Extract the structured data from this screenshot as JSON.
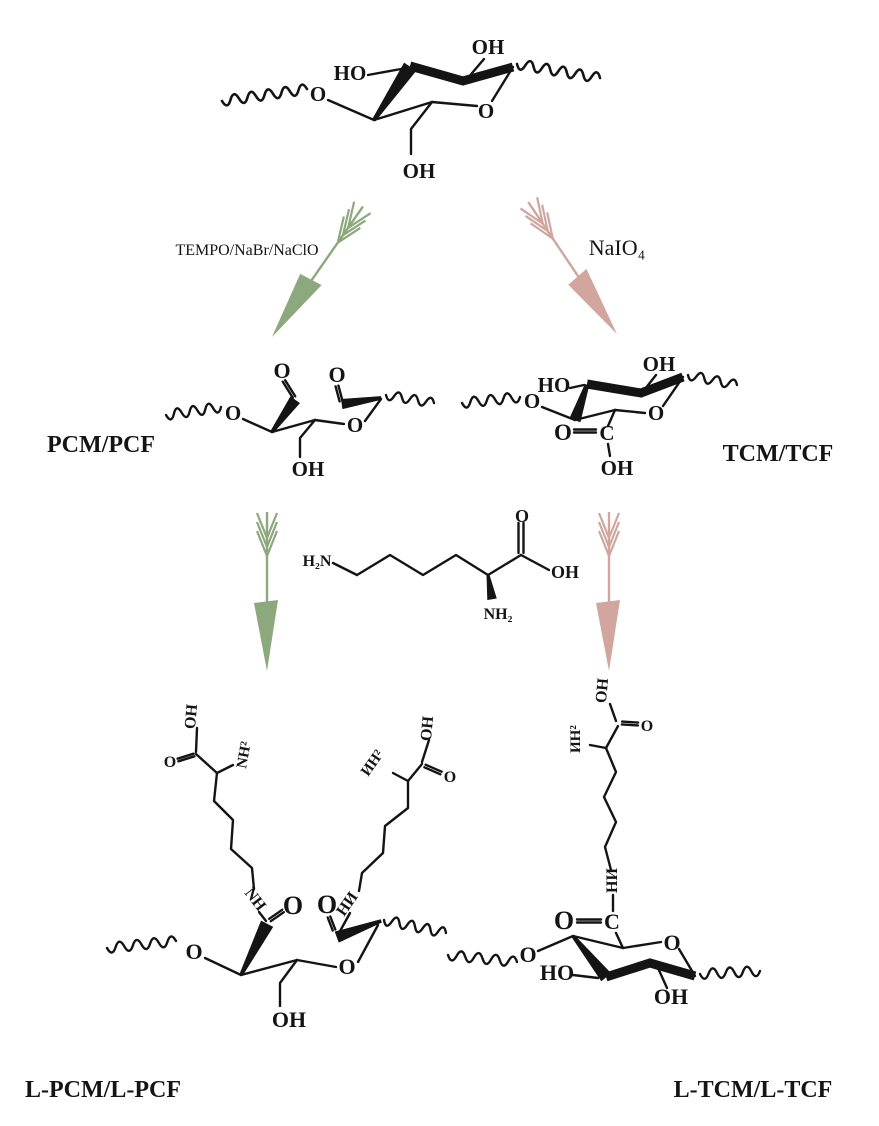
{
  "figure": {
    "type": "reaction-scheme",
    "description": "Oxidation of cellulose by TEMPO/NaBr/NaClO or NaIO4 followed by lysine grafting"
  },
  "colors": {
    "background": "#ffffff",
    "ink": "#141414",
    "green_arrow": "#8ca87c",
    "pink_arrow": "#d0a69e"
  },
  "reagents": {
    "left": "TEMPO/NaBr/NaClO",
    "right": "NaIO₄"
  },
  "compounds": {
    "cellulose": {
      "labels": {
        "link_o": "O",
        "ho": "HO",
        "oh_top": "OH",
        "ring_o": "O",
        "oh_bottom": "OH"
      }
    },
    "pcm": {
      "name": "PCM/PCF",
      "labels": {
        "link_o": "O",
        "ald_left_o": "O",
        "ald_right_o": "O",
        "ring_o": "O",
        "oh_bottom": "OH"
      }
    },
    "tcm": {
      "name": "TCM/TCF",
      "labels": {
        "link_o": "O",
        "ho": "HO",
        "oh_top": "OH",
        "ring_o": "O",
        "carboxyl_o": "O",
        "carboxyl_c": "C",
        "carboxyl_oh": "OH"
      }
    },
    "lysine": {
      "labels": {
        "h2n": "H₂N",
        "alpha_nh2": "NH₂",
        "carboxyl_o": "O",
        "carboxyl_oh": "OH"
      }
    },
    "lpcm": {
      "name": "L-PCM/L-PCF",
      "labels": {
        "link_o": "O",
        "ring_o": "O",
        "oh_bottom": "OH",
        "amide_o": "O",
        "amide_nh": "NH",
        "ald_o": "O",
        "ald_hn": "НИ",
        "arm1_oh": "OH",
        "arm1_o": "O",
        "arm1_nh2": "NH²",
        "arm2_oh": "OH",
        "arm2_o": "O",
        "arm2_nh2": "ИН²"
      }
    },
    "ltcm": {
      "name": "L-TCM/L-TCF",
      "labels": {
        "link_o": "O",
        "ho": "HO",
        "oh": "OH",
        "ring_o": "O",
        "amide_o": "O",
        "amide_c": "C",
        "amide_hn": "НИ",
        "arm_nh2": "ИН²",
        "arm_oh": "OH",
        "arm_o": "O"
      }
    }
  }
}
